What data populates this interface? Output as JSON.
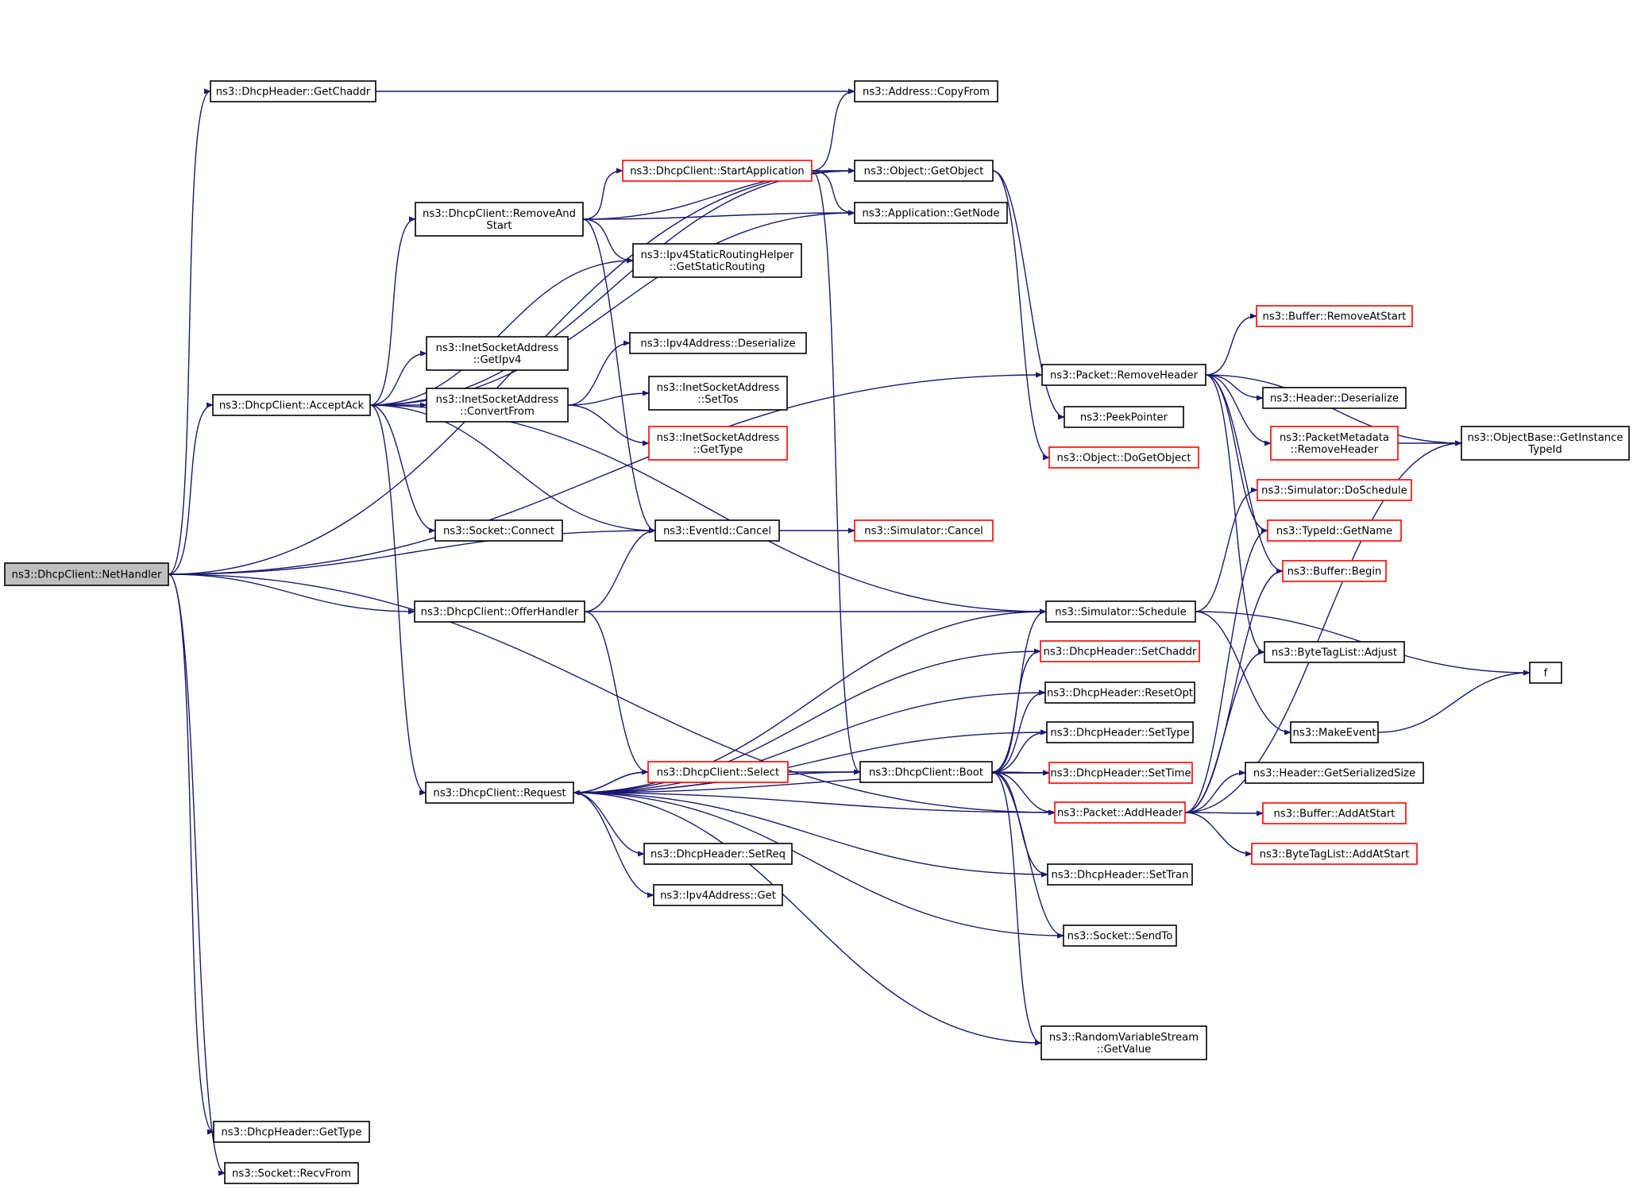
{
  "colors": {
    "edge": "#191970",
    "node_border": "#000000",
    "truncated_border": "#ff0000",
    "focus_fill": "#bfbfbf",
    "background": "#ffffff"
  },
  "nodes": [
    {
      "id": "nethandler",
      "lines": [
        "ns3::DhcpClient::NetHandler"
      ],
      "style": "focus"
    },
    {
      "id": "getchaddr",
      "lines": [
        "ns3::DhcpHeader::GetChaddr"
      ],
      "style": "normal"
    },
    {
      "id": "copyfrom",
      "lines": [
        "ns3::Address::CopyFrom"
      ],
      "style": "normal"
    },
    {
      "id": "startapp",
      "lines": [
        "ns3::DhcpClient::StartApplication"
      ],
      "style": "truncated"
    },
    {
      "id": "getobject",
      "lines": [
        "ns3::Object::GetObject"
      ],
      "style": "normal"
    },
    {
      "id": "removeandstart",
      "lines": [
        "ns3::DhcpClient::RemoveAnd",
        "Start"
      ],
      "style": "normal"
    },
    {
      "id": "getnode",
      "lines": [
        "ns3::Application::GetNode"
      ],
      "style": "normal"
    },
    {
      "id": "getstaticrouting",
      "lines": [
        "ns3::Ipv4StaticRoutingHelper",
        "::GetStaticRouting"
      ],
      "style": "normal"
    },
    {
      "id": "getipv4",
      "lines": [
        "ns3::InetSocketAddress",
        "::GetIpv4"
      ],
      "style": "normal"
    },
    {
      "id": "deserialize_ipv4",
      "lines": [
        "ns3::Ipv4Address::Deserialize"
      ],
      "style": "normal"
    },
    {
      "id": "acceptack",
      "lines": [
        "ns3::DhcpClient::AcceptAck"
      ],
      "style": "normal"
    },
    {
      "id": "convertfrom",
      "lines": [
        "ns3::InetSocketAddress",
        "::ConvertFrom"
      ],
      "style": "normal"
    },
    {
      "id": "settos",
      "lines": [
        "ns3::InetSocketAddress",
        "::SetTos"
      ],
      "style": "normal"
    },
    {
      "id": "gettype_isa",
      "lines": [
        "ns3::InetSocketAddress",
        "::GetType"
      ],
      "style": "truncated"
    },
    {
      "id": "connect",
      "lines": [
        "ns3::Socket::Connect"
      ],
      "style": "normal"
    },
    {
      "id": "eventcancel",
      "lines": [
        "ns3::EventId::Cancel"
      ],
      "style": "normal"
    },
    {
      "id": "simcancel",
      "lines": [
        "ns3::Simulator::Cancel"
      ],
      "style": "truncated"
    },
    {
      "id": "offerhandler",
      "lines": [
        "ns3::DhcpClient::OfferHandler"
      ],
      "style": "normal"
    },
    {
      "id": "schedule",
      "lines": [
        "ns3::Simulator::Schedule"
      ],
      "style": "normal"
    },
    {
      "id": "request",
      "lines": [
        "ns3::DhcpClient::Request"
      ],
      "style": "normal"
    },
    {
      "id": "select",
      "lines": [
        "ns3::DhcpClient::Select"
      ],
      "style": "truncated"
    },
    {
      "id": "boot",
      "lines": [
        "ns3::DhcpClient::Boot"
      ],
      "style": "normal"
    },
    {
      "id": "setreq",
      "lines": [
        "ns3::DhcpHeader::SetReq"
      ],
      "style": "normal"
    },
    {
      "id": "ipv4get",
      "lines": [
        "ns3::Ipv4Address::Get"
      ],
      "style": "normal"
    },
    {
      "id": "removeatstart",
      "lines": [
        "ns3::Buffer::RemoveAtStart"
      ],
      "style": "truncated"
    },
    {
      "id": "removeheader",
      "lines": [
        "ns3::Packet::RemoveHeader"
      ],
      "style": "normal"
    },
    {
      "id": "header_deserialize",
      "lines": [
        "ns3::Header::Deserialize"
      ],
      "style": "normal"
    },
    {
      "id": "peekpointer",
      "lines": [
        "ns3::PeekPointer"
      ],
      "style": "normal"
    },
    {
      "id": "pm_removeheader",
      "lines": [
        "ns3::PacketMetadata",
        "::RemoveHeader"
      ],
      "style": "truncated"
    },
    {
      "id": "getinstancetypeid",
      "lines": [
        "ns3::ObjectBase::GetInstance",
        "TypeId"
      ],
      "style": "normal"
    },
    {
      "id": "dogetobject",
      "lines": [
        "ns3::Object::DoGetObject"
      ],
      "style": "truncated"
    },
    {
      "id": "doschedule",
      "lines": [
        "ns3::Simulator::DoSchedule"
      ],
      "style": "truncated"
    },
    {
      "id": "typeid_getname",
      "lines": [
        "ns3::TypeId::GetName"
      ],
      "style": "truncated"
    },
    {
      "id": "buffer_begin",
      "lines": [
        "ns3::Buffer::Begin"
      ],
      "style": "truncated"
    },
    {
      "id": "setchaddr",
      "lines": [
        "ns3::DhcpHeader::SetChaddr"
      ],
      "style": "truncated"
    },
    {
      "id": "btl_adjust",
      "lines": [
        "ns3::ByteTagList::Adjust"
      ],
      "style": "normal"
    },
    {
      "id": "f",
      "lines": [
        "f"
      ],
      "style": "normal"
    },
    {
      "id": "resetopt",
      "lines": [
        "ns3::DhcpHeader::ResetOpt"
      ],
      "style": "normal"
    },
    {
      "id": "settype",
      "lines": [
        "ns3::DhcpHeader::SetType"
      ],
      "style": "normal"
    },
    {
      "id": "makeevent",
      "lines": [
        "ns3::MakeEvent"
      ],
      "style": "normal"
    },
    {
      "id": "settime",
      "lines": [
        "ns3::DhcpHeader::SetTime"
      ],
      "style": "truncated"
    },
    {
      "id": "getserializedsize",
      "lines": [
        "ns3::Header::GetSerializedSize"
      ],
      "style": "normal"
    },
    {
      "id": "addheader",
      "lines": [
        "ns3::Packet::AddHeader"
      ],
      "style": "truncated"
    },
    {
      "id": "addatstart",
      "lines": [
        "ns3::Buffer::AddAtStart"
      ],
      "style": "truncated"
    },
    {
      "id": "btl_addatstart",
      "lines": [
        "ns3::ByteTagList::AddAtStart"
      ],
      "style": "truncated"
    },
    {
      "id": "settran",
      "lines": [
        "ns3::DhcpHeader::SetTran"
      ],
      "style": "normal"
    },
    {
      "id": "sendto",
      "lines": [
        "ns3::Socket::SendTo"
      ],
      "style": "normal"
    },
    {
      "id": "getvalue",
      "lines": [
        "ns3::RandomVariableStream",
        "::GetValue"
      ],
      "style": "normal"
    },
    {
      "id": "gettype_dhcp",
      "lines": [
        "ns3::DhcpHeader::GetType"
      ],
      "style": "normal"
    },
    {
      "id": "recvfrom",
      "lines": [
        "ns3::Socket::RecvFrom"
      ],
      "style": "normal"
    }
  ],
  "edges": [
    [
      "nethandler",
      "getchaddr"
    ],
    [
      "nethandler",
      "removeheader"
    ],
    [
      "nethandler",
      "getobject"
    ],
    [
      "nethandler",
      "acceptack"
    ],
    [
      "nethandler",
      "eventcancel"
    ],
    [
      "nethandler",
      "offerhandler"
    ],
    [
      "nethandler",
      "addheader"
    ],
    [
      "nethandler",
      "gettype_dhcp"
    ],
    [
      "nethandler",
      "recvfrom"
    ],
    [
      "getchaddr",
      "copyfrom"
    ],
    [
      "startapp",
      "copyfrom"
    ],
    [
      "startapp",
      "getobject"
    ],
    [
      "startapp",
      "getnode"
    ],
    [
      "startapp",
      "boot"
    ],
    [
      "getobject",
      "peekpointer"
    ],
    [
      "getobject",
      "dogetobject"
    ],
    [
      "removeandstart",
      "getobject"
    ],
    [
      "removeandstart",
      "startapp"
    ],
    [
      "removeandstart",
      "getnode"
    ],
    [
      "removeandstart",
      "getstaticrouting"
    ],
    [
      "removeandstart",
      "eventcancel"
    ],
    [
      "acceptack",
      "getobject"
    ],
    [
      "acceptack",
      "removeandstart"
    ],
    [
      "acceptack",
      "getstaticrouting"
    ],
    [
      "acceptack",
      "getnode"
    ],
    [
      "acceptack",
      "getipv4"
    ],
    [
      "acceptack",
      "convertfrom"
    ],
    [
      "acceptack",
      "connect"
    ],
    [
      "acceptack",
      "eventcancel"
    ],
    [
      "acceptack",
      "schedule"
    ],
    [
      "acceptack",
      "request"
    ],
    [
      "convertfrom",
      "deserialize_ipv4"
    ],
    [
      "convertfrom",
      "settos"
    ],
    [
      "convertfrom",
      "gettype_isa"
    ],
    [
      "eventcancel",
      "simcancel"
    ],
    [
      "offerhandler",
      "eventcancel"
    ],
    [
      "offerhandler",
      "schedule"
    ],
    [
      "offerhandler",
      "select"
    ],
    [
      "request",
      "schedule"
    ],
    [
      "request",
      "setchaddr"
    ],
    [
      "request",
      "resetopt"
    ],
    [
      "request",
      "settype"
    ],
    [
      "request",
      "select"
    ],
    [
      "request",
      "settime"
    ],
    [
      "request",
      "setreq"
    ],
    [
      "request",
      "ipv4get"
    ],
    [
      "request",
      "boot"
    ],
    [
      "request",
      "addheader"
    ],
    [
      "request",
      "settran"
    ],
    [
      "request",
      "sendto"
    ],
    [
      "request",
      "getvalue"
    ],
    [
      "select",
      "request"
    ],
    [
      "select",
      "boot"
    ],
    [
      "boot",
      "schedule"
    ],
    [
      "boot",
      "setchaddr"
    ],
    [
      "boot",
      "resetopt"
    ],
    [
      "boot",
      "settype"
    ],
    [
      "boot",
      "settime"
    ],
    [
      "boot",
      "addheader"
    ],
    [
      "boot",
      "settran"
    ],
    [
      "boot",
      "sendto"
    ],
    [
      "boot",
      "getvalue"
    ],
    [
      "removeheader",
      "removeatstart"
    ],
    [
      "removeheader",
      "header_deserialize"
    ],
    [
      "removeheader",
      "pm_removeheader"
    ],
    [
      "removeheader",
      "getinstancetypeid"
    ],
    [
      "removeheader",
      "typeid_getname"
    ],
    [
      "removeheader",
      "buffer_begin"
    ],
    [
      "removeheader",
      "btl_adjust"
    ],
    [
      "pm_removeheader",
      "getinstancetypeid"
    ],
    [
      "schedule",
      "doschedule"
    ],
    [
      "schedule",
      "f"
    ],
    [
      "schedule",
      "makeevent"
    ],
    [
      "makeevent",
      "f"
    ],
    [
      "addheader",
      "getserializedsize"
    ],
    [
      "addheader",
      "addatstart"
    ],
    [
      "addheader",
      "btl_addatstart"
    ],
    [
      "addheader",
      "getinstancetypeid"
    ],
    [
      "addheader",
      "typeid_getname"
    ],
    [
      "addheader",
      "buffer_begin"
    ],
    [
      "addheader",
      "btl_adjust"
    ]
  ]
}
